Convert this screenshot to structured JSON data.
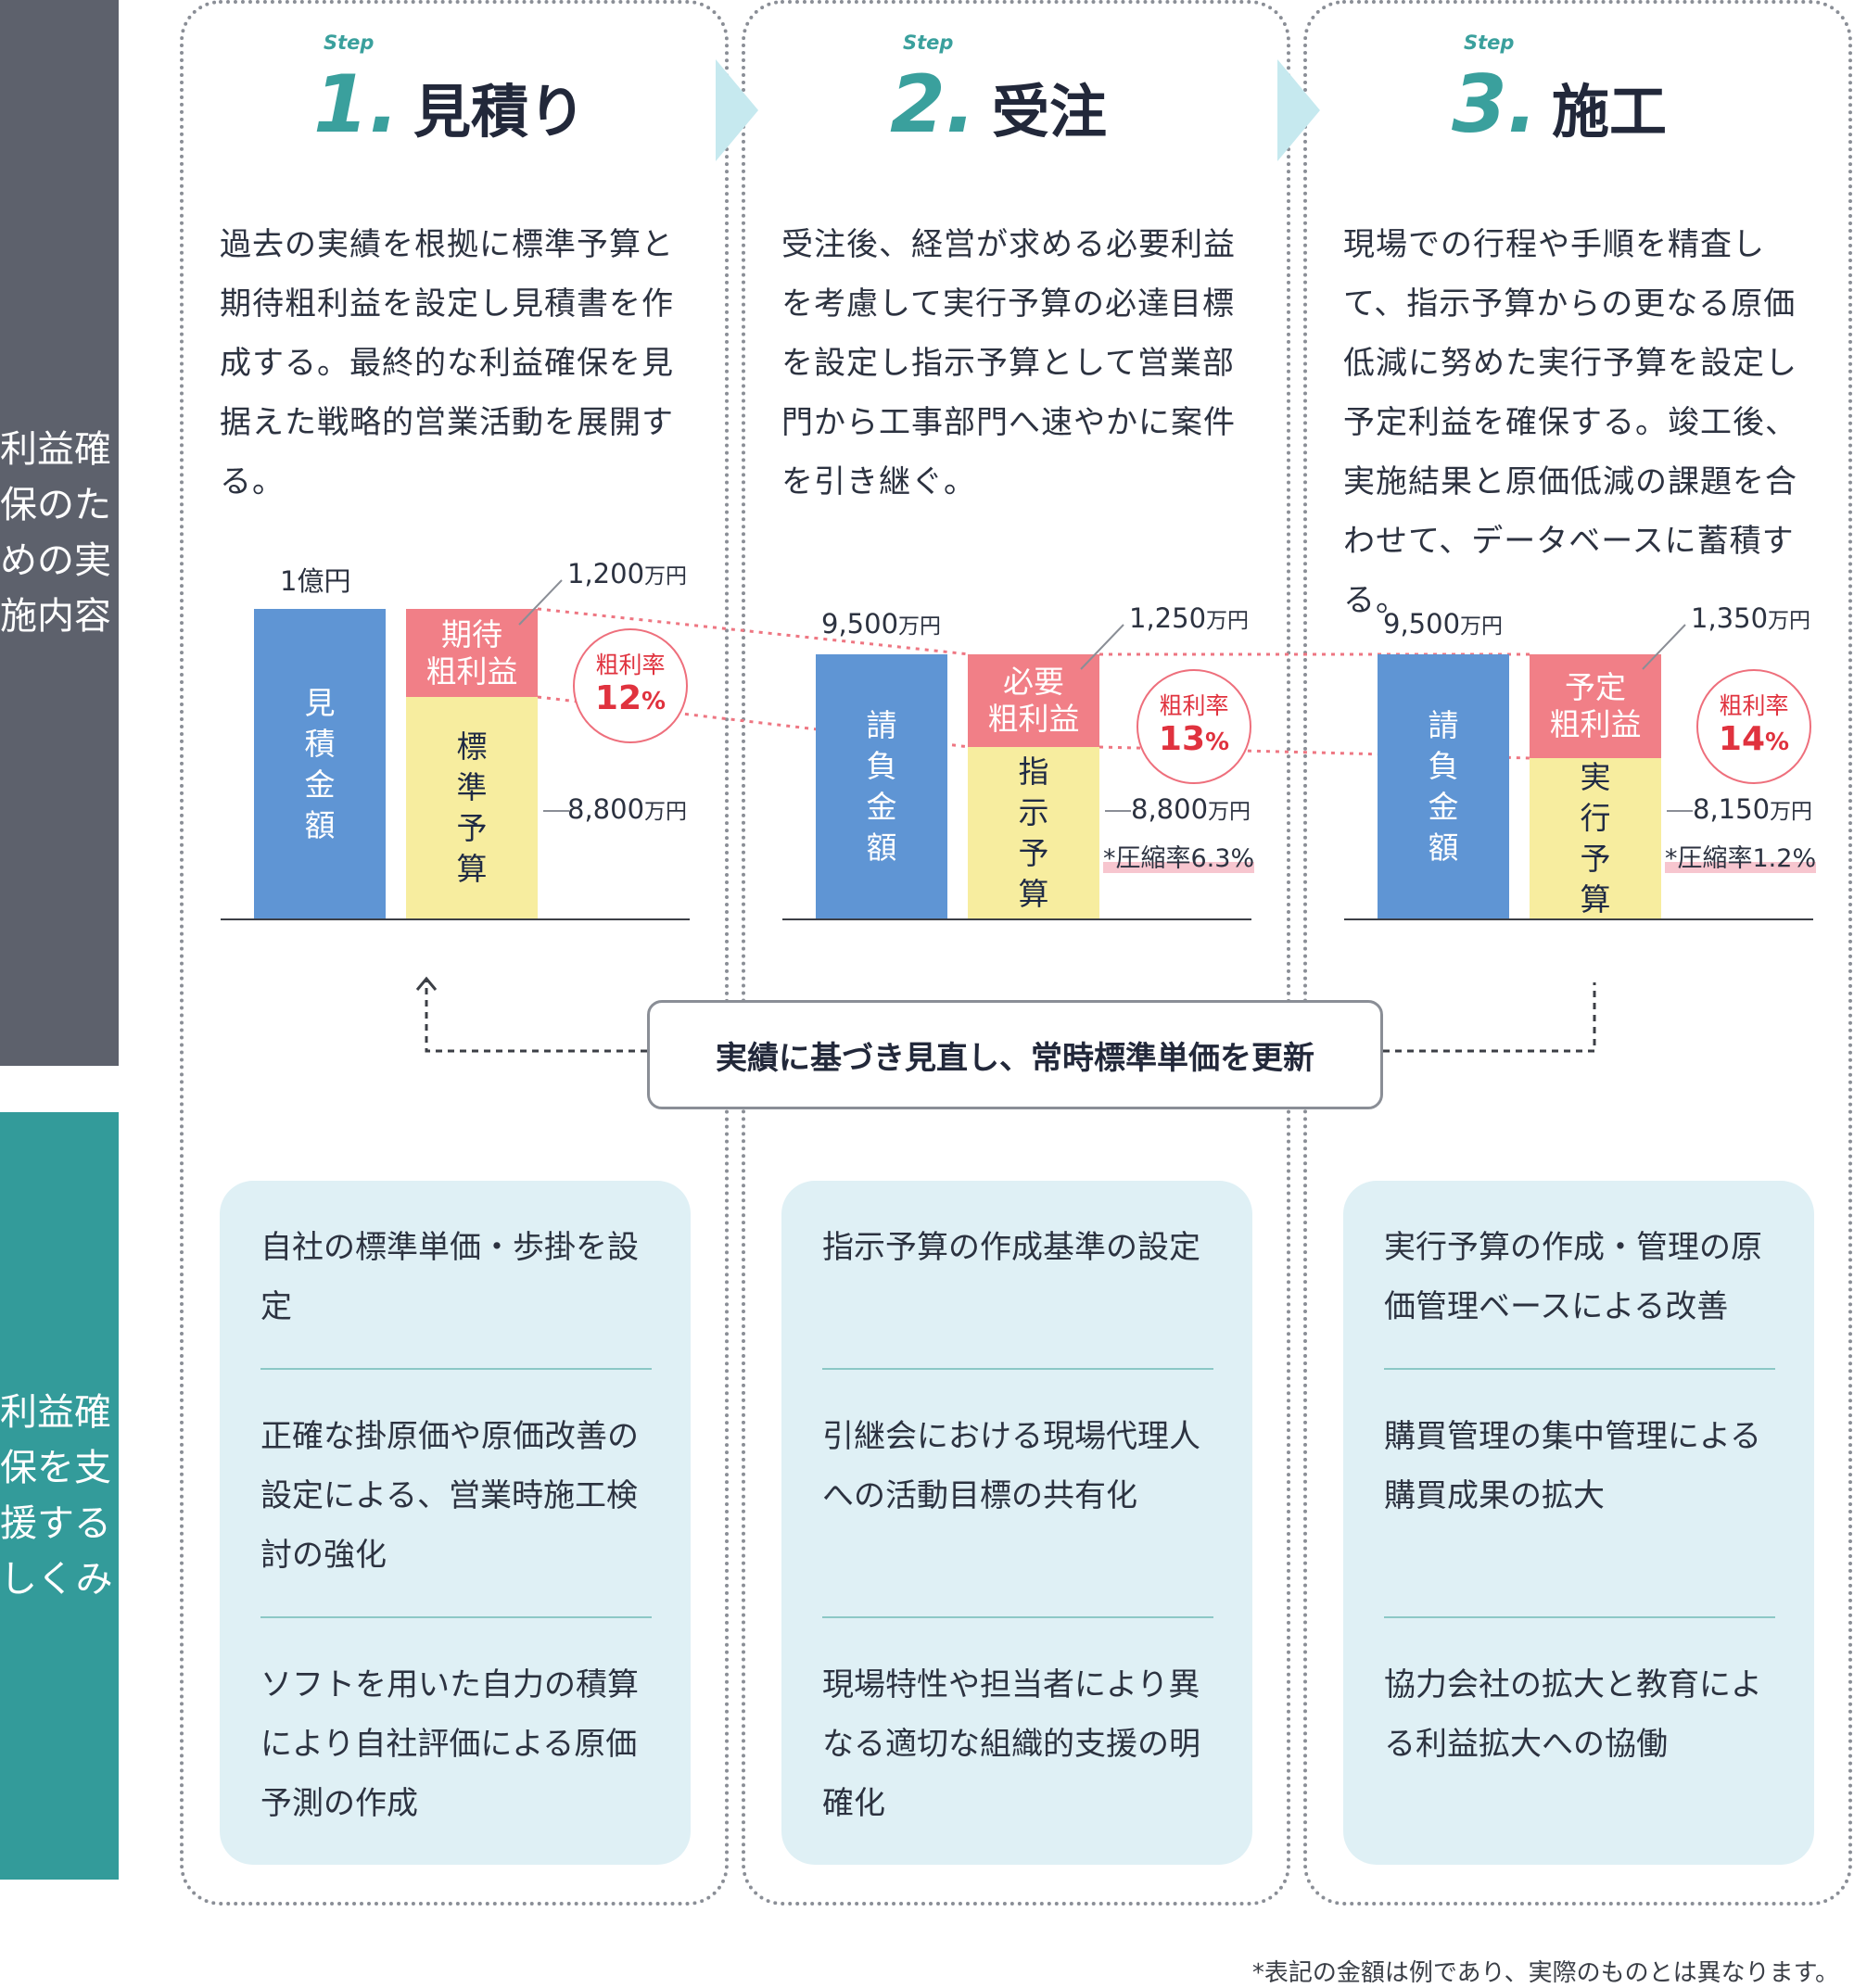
{
  "sidebar": {
    "top_label": "利益確保のための実施内容",
    "bottom_label": "利益確保を支援するしくみ"
  },
  "steps": [
    {
      "step_label": "Step",
      "number": "1.",
      "title": "見積り",
      "description": "過去の実績を根拠に標準予算と期待粗利益を設定し見積書を作成する。最終的な利益確保を見据えた戦略的営業活動を展開する。",
      "chart": {
        "left_bar_label": "見積金額",
        "left_bar_value": "1億円",
        "profit_label_lines": [
          "期待",
          "粗利益"
        ],
        "profit_value": "1,200",
        "budget_label": "標準予算",
        "budget_value": "8,800",
        "rate_label": "粗利率",
        "rate_value": "12",
        "compression": ""
      },
      "support": [
        "自社の標準単価・歩掛を設定",
        "正確な掛原価や原価改善の設定による、営業時施工検討の強化",
        "ソフトを用いた自力の積算により自社評価による原価予測の作成"
      ]
    },
    {
      "step_label": "Step",
      "number": "2.",
      "title": "受注",
      "description": "受注後、経営が求める必要利益を考慮して実行予算の必達目標を設定し指示予算として営業部門から工事部門へ速やかに案件を引き継ぐ。",
      "chart": {
        "left_bar_label": "請負金額",
        "left_bar_value": "9,500",
        "profit_label_lines": [
          "必要",
          "粗利益"
        ],
        "profit_value": "1,250",
        "budget_label": "指示予算",
        "budget_value": "8,800",
        "rate_label": "粗利率",
        "rate_value": "13",
        "compression": "*圧縮率6.3%"
      },
      "support": [
        "指示予算の作成基準の設定",
        "引継会における現場代理人への活動目標の共有化",
        "現場特性や担当者により異なる適切な組織的支援の明確化"
      ]
    },
    {
      "step_label": "Step",
      "number": "3.",
      "title": "施工",
      "description": "現場での行程や手順を精査して、指示予算からの更なる原価低減に努めた実行予算を設定し予定利益を確保する。竣工後、実施結果と原価低減の課題を合わせて、データベースに蓄積する。",
      "chart": {
        "left_bar_label": "請負金額",
        "left_bar_value": "9,500",
        "profit_label_lines": [
          "予定",
          "粗利益"
        ],
        "profit_value": "1,350",
        "budget_label": "実行予算",
        "budget_value": "8,150",
        "rate_label": "粗利率",
        "rate_value": "14",
        "compression": "*圧縮率1.2%"
      },
      "support": [
        "実行予算の作成・管理の原価管理ベースによる改善",
        "購買管理の集中管理による購買成果の拡大",
        "協力会社の拡大と教育による利益拡大への協働"
      ]
    }
  ],
  "units": {
    "man_yen": "万円",
    "percent": "%"
  },
  "feedback_loop": "実績に基づき見直し、常時標準単価を更新",
  "footnote": "*表記の金額は例であり、実際のものとは異なります。",
  "colors": {
    "accent_teal": "#3aa09d",
    "bar_blue": "#5f95d4",
    "bar_pink": "#f17f87",
    "bar_yellow": "#f7ed9f",
    "panel_bg": "#dff0f5",
    "sidebar_gray": "#5d616c",
    "sidebar_teal": "#339b9a"
  }
}
